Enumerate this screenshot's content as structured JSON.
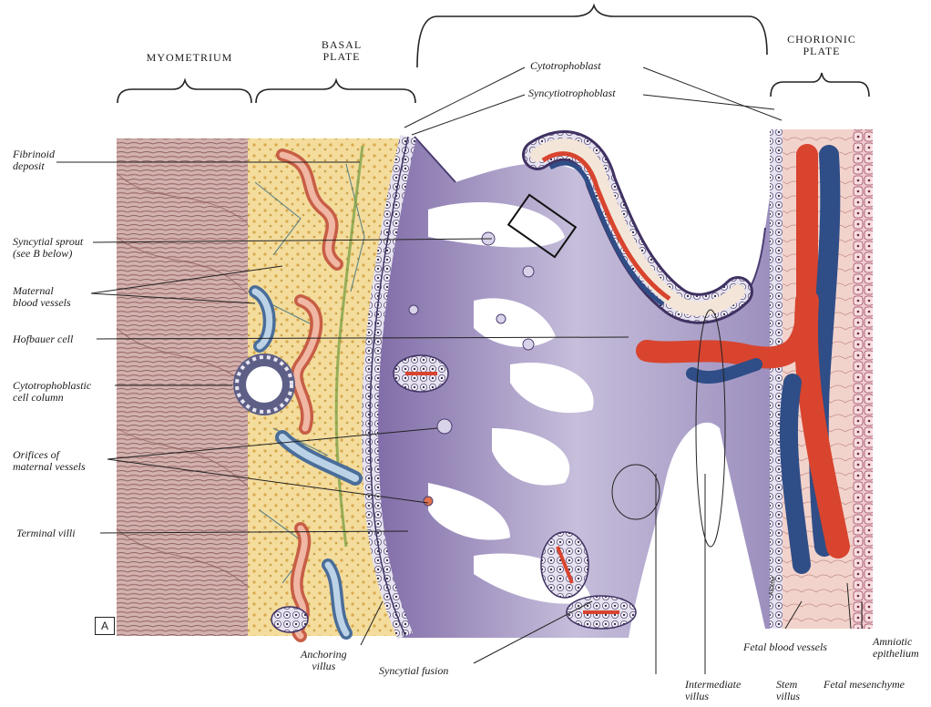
{
  "headers": {
    "myometrium": "MYOMETRIUM",
    "basal_plate": "BASAL\nPLATE",
    "chorionic_plate": "CHORIONIC\nPLATE"
  },
  "top_labels": {
    "cytotrophoblast": "Cytotrophoblast",
    "syncytiotrophoblast": "Syncytiotrophoblast"
  },
  "left_labels": {
    "fibrinoid_deposit": "Fibrinoid\ndeposit",
    "syncytial_sprout": "Syncytial sprout\n(see B below)",
    "maternal_blood_vessels": "Maternal\nblood vessels",
    "hofbauer_cell": "Hofbauer cell",
    "cytotrophoblastic_cell_column": "Cytotrophoblastic\ncell column",
    "orifices_of_maternal_vessels": "Orifices of\nmaternal vessels",
    "terminal_villi": "Terminal villi"
  },
  "bottom_labels": {
    "anchoring_villus": "Anchoring\nvillus",
    "syncytial_fusion": "Syncytial fusion",
    "intermediate_villus": "Intermediate\nvillus",
    "stem_villus": "Stem\nvillus",
    "fetal_blood_vessels": "Fetal blood vessels",
    "fetal_mesenchyme": "Fetal mesenchyme",
    "amniotic_epithelium": "Amniotic\nepithelium"
  },
  "panel_letter": "A",
  "signature": "AEMM",
  "colors": {
    "myometrium": "#c9a6a4",
    "basal_plate": "#f1d79a",
    "villus_purple": "#b4a8cc",
    "intervillous": "#ffffff",
    "artery_red": "#d8442e",
    "vein_blue": "#2f4d86",
    "maternal_vessel_red": "#d96a4a",
    "maternal_vessel_blue": "#8fb3d2",
    "chorionic_plate": "#f1c9c0"
  }
}
